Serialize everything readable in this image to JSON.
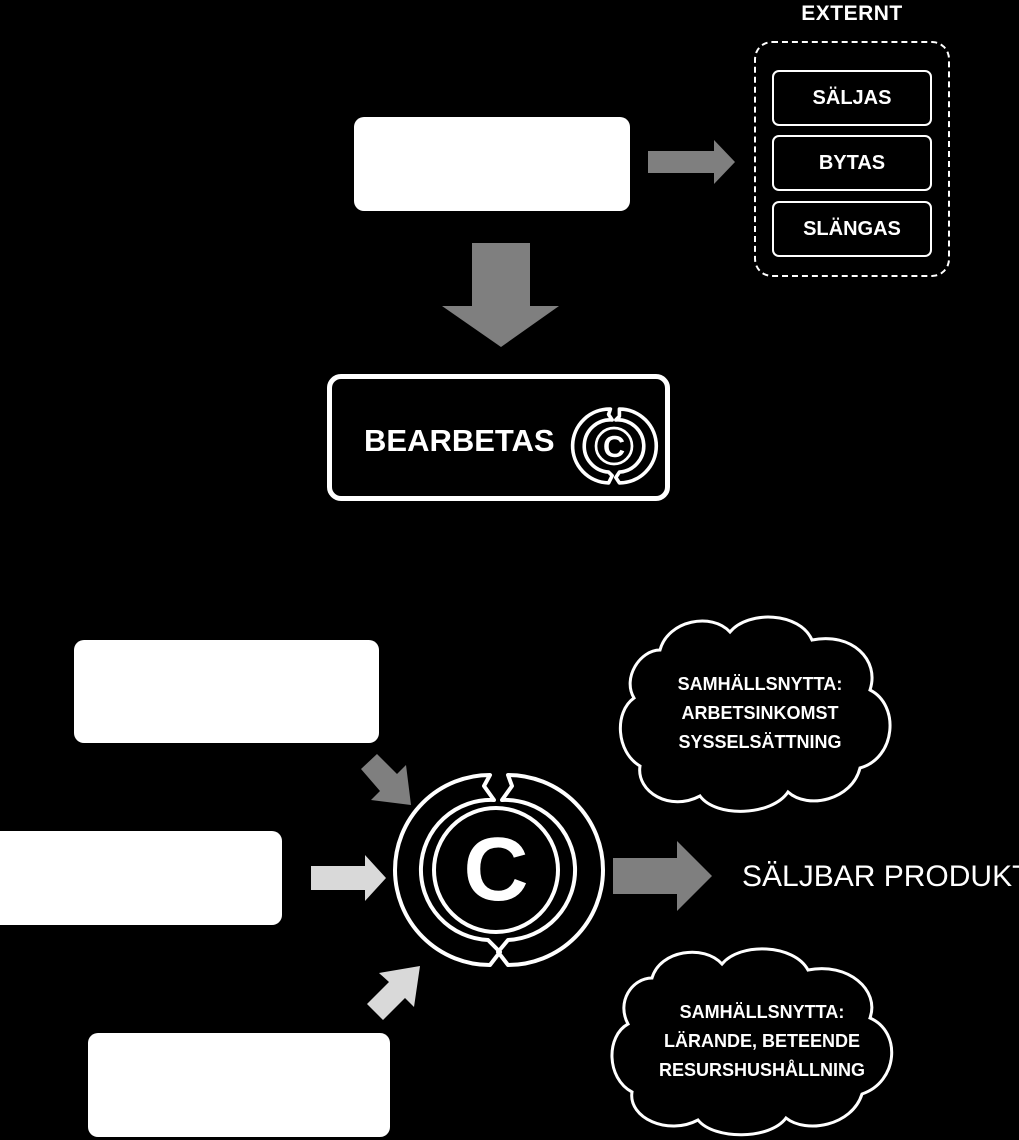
{
  "external": {
    "title": "EXTERNT",
    "options": [
      "SÄLJAS",
      "BYTAS",
      "SLÄNGAS"
    ]
  },
  "process": {
    "label": "BEARBETAS"
  },
  "output": {
    "label": "SÄLJBAR PRODUKT"
  },
  "clouds": [
    {
      "lines": [
        "SAMHÄLLSNYTTA:",
        "ARBETSINKOMST",
        "SYSSELSÄTTNING"
      ]
    },
    {
      "lines": [
        "SAMHÄLLSNYTTA:",
        "LÄRANDE, BETEENDE",
        "RESURSHUSHÅLLNING"
      ]
    }
  ],
  "icons": {
    "circular_logo": "circular-c-icon",
    "arrow": "arrow-icon"
  },
  "colors": {
    "background": "#000000",
    "box": "#ffffff",
    "arrow_dark": "#7f7f7f",
    "arrow_light": "#d9d9d9"
  }
}
